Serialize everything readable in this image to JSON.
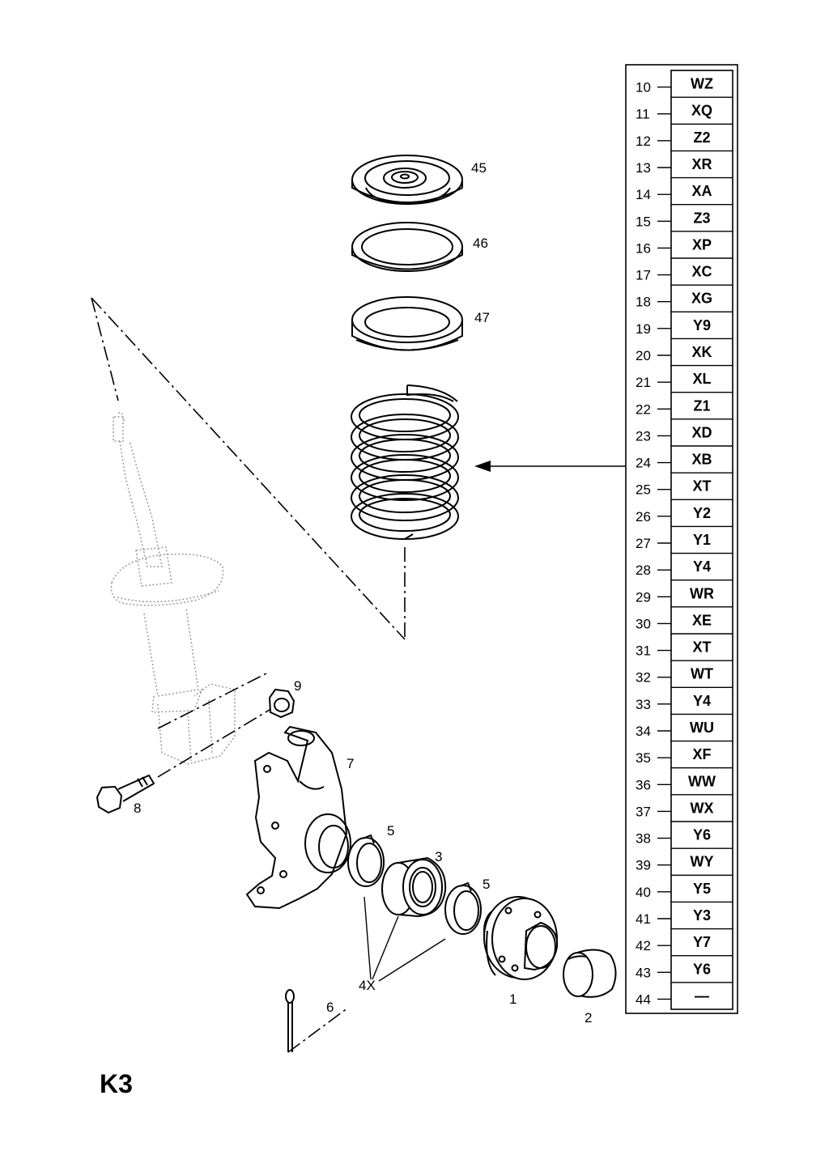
{
  "page_label": "K3",
  "callouts": {
    "c45": "45",
    "c46": "46",
    "c47": "47",
    "c9": "9",
    "c7": "7",
    "c8": "8",
    "c5a": "5",
    "c3": "3",
    "c5b": "5",
    "c1": "1",
    "c2": "2",
    "c6": "6",
    "c4x": "4X"
  },
  "variant_table": {
    "rows": [
      {
        "num": "10",
        "code": "WZ"
      },
      {
        "num": "11",
        "code": "XQ"
      },
      {
        "num": "12",
        "code": "Z2"
      },
      {
        "num": "13",
        "code": "XR"
      },
      {
        "num": "14",
        "code": "XA"
      },
      {
        "num": "15",
        "code": "Z3"
      },
      {
        "num": "16",
        "code": "XP"
      },
      {
        "num": "17",
        "code": "XC"
      },
      {
        "num": "18",
        "code": "XG"
      },
      {
        "num": "19",
        "code": "Y9"
      },
      {
        "num": "20",
        "code": "XK"
      },
      {
        "num": "21",
        "code": "XL"
      },
      {
        "num": "22",
        "code": "Z1"
      },
      {
        "num": "23",
        "code": "XD"
      },
      {
        "num": "24",
        "code": "XB"
      },
      {
        "num": "25",
        "code": "XT"
      },
      {
        "num": "26",
        "code": "Y2"
      },
      {
        "num": "27",
        "code": "Y1"
      },
      {
        "num": "28",
        "code": "Y4"
      },
      {
        "num": "29",
        "code": "WR"
      },
      {
        "num": "30",
        "code": "XE"
      },
      {
        "num": "31",
        "code": "XT"
      },
      {
        "num": "32",
        "code": "WT"
      },
      {
        "num": "33",
        "code": "Y4"
      },
      {
        "num": "34",
        "code": "WU"
      },
      {
        "num": "35",
        "code": "XF"
      },
      {
        "num": "36",
        "code": "WW"
      },
      {
        "num": "37",
        "code": "WX"
      },
      {
        "num": "38",
        "code": "Y6"
      },
      {
        "num": "39",
        "code": "WY"
      },
      {
        "num": "40",
        "code": "Y5"
      },
      {
        "num": "41",
        "code": "Y3"
      },
      {
        "num": "42",
        "code": "Y7"
      },
      {
        "num": "43",
        "code": "Y6"
      },
      {
        "num": "44",
        "code": "—"
      }
    ]
  }
}
